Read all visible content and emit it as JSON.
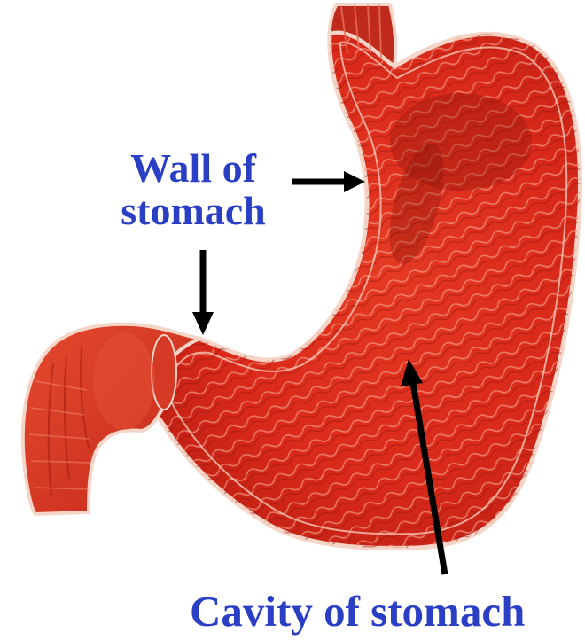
{
  "labels": {
    "wall_line1": "Wall of",
    "wall_line2": "stomach",
    "cavity": "Cavity of stomach"
  },
  "colors": {
    "label_text": "#2b3fc4",
    "stomach_red": "#e2311e",
    "stomach_dark": "#a3180e",
    "arrow": "#000000",
    "background": "#ffffff"
  }
}
